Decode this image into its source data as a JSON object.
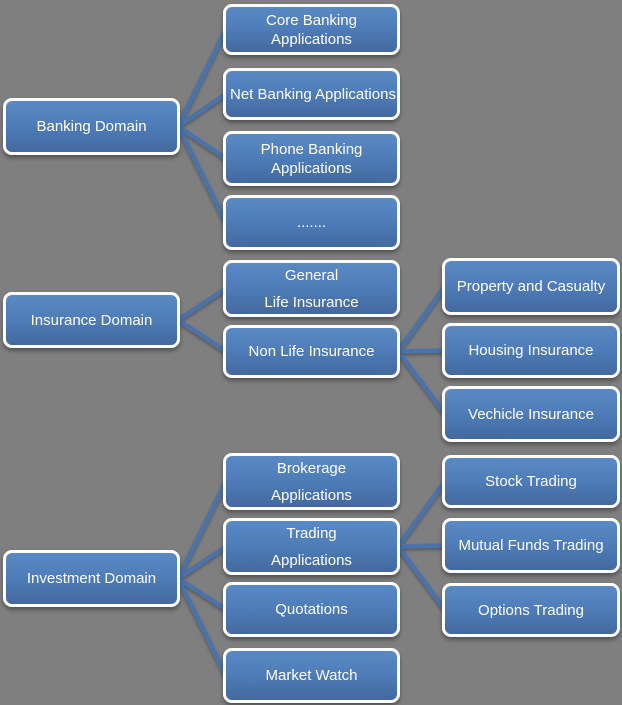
{
  "colors": {
    "background": "#7F7F7F",
    "node_fill_top": "#5A8AC5",
    "node_fill_bottom": "#44699E",
    "node_border": "#FFFFFF",
    "connector": "#4A73AB",
    "text": "#FFFFFF"
  },
  "diagram": {
    "groups": [
      {
        "id": "banking-domain",
        "lines": [
          "Banking Domain"
        ],
        "children": [
          {
            "id": "core-banking-applications",
            "lines": [
              "Core Banking",
              "Applications"
            ]
          },
          {
            "id": "net-banking-applications",
            "lines": [
              "Net Banking Applications"
            ]
          },
          {
            "id": "phone-banking-applications",
            "lines": [
              "Phone Banking",
              "Applications"
            ]
          },
          {
            "id": "more-applications-ellipsis",
            "lines": [
              "......."
            ]
          }
        ]
      },
      {
        "id": "insurance-domain",
        "lines": [
          "Insurance Domain"
        ],
        "children": [
          {
            "id": "general-life-insurance",
            "lines": [
              "General",
              "Life Insurance"
            ],
            "spread": true
          },
          {
            "id": "non-life-insurance",
            "lines": [
              "Non Life Insurance"
            ],
            "children": [
              {
                "id": "property-and-casualty",
                "lines": [
                  "Property and Casualty"
                ]
              },
              {
                "id": "housing-insurance",
                "lines": [
                  "Housing Insurance"
                ]
              },
              {
                "id": "vechicle-insurance",
                "lines": [
                  "Vechicle Insurance"
                ]
              }
            ]
          }
        ]
      },
      {
        "id": "investment-domain",
        "lines": [
          "Investment Domain"
        ],
        "children": [
          {
            "id": "brokerage-applications",
            "lines": [
              "Brokerage",
              "Applications"
            ],
            "spread": true
          },
          {
            "id": "trading-applications",
            "lines": [
              "Trading",
              "Applications"
            ],
            "spread": true,
            "children": [
              {
                "id": "stock-trading",
                "lines": [
                  "Stock Trading"
                ]
              },
              {
                "id": "mutual-funds-trading",
                "lines": [
                  "Mutual Funds Trading"
                ]
              },
              {
                "id": "options-trading",
                "lines": [
                  "Options Trading"
                ]
              }
            ]
          },
          {
            "id": "quotations",
            "lines": [
              "Quotations"
            ]
          },
          {
            "id": "market-watch",
            "lines": [
              "Market Watch"
            ]
          }
        ]
      }
    ]
  }
}
